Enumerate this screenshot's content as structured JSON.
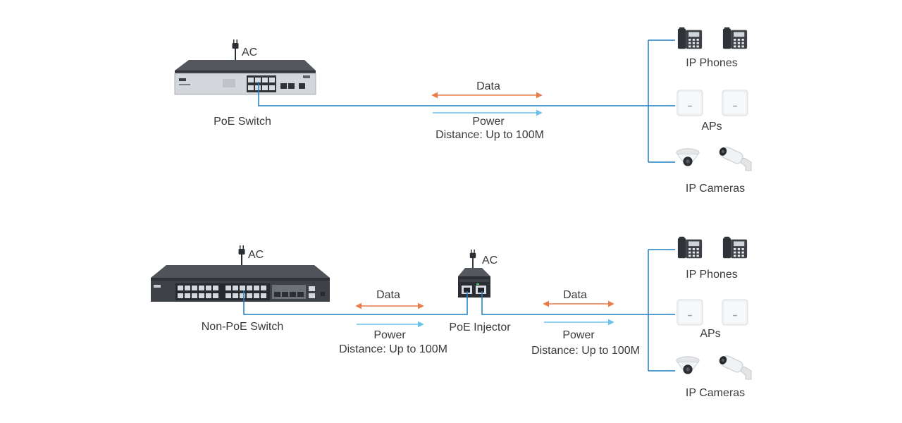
{
  "colors": {
    "data_arrow": "#e97c4b",
    "power_arrow": "#69c3ea",
    "cable": "#1e7dc3",
    "device_dark": "#3a3d42",
    "device_silver": "#cfd3d8",
    "text": "#3a3a3a"
  },
  "top": {
    "switch_label": "PoE Switch",
    "ac_label": "AC",
    "data_label": "Data",
    "power_label": "Power",
    "distance_label": "Distance: Up to 100M",
    "devices": {
      "phones_label": "IP Phones",
      "aps_label": "APs",
      "cameras_label": "IP Cameras"
    }
  },
  "bottom": {
    "switch_label": "Non-PoE Switch",
    "switch_ac_label": "AC",
    "injector_label": "PoE Injector",
    "injector_ac_label": "AC",
    "left_link": {
      "data_label": "Data",
      "power_label": "Power",
      "distance_label": "Distance: Up to 100M"
    },
    "right_link": {
      "data_label": "Data",
      "power_label": "Power",
      "distance_label": "Distance: Up to 100M"
    },
    "devices": {
      "phones_label": "IP Phones",
      "aps_label": "APs",
      "cameras_label": "IP Cameras"
    }
  },
  "icons": [
    "ac-plug-icon",
    "ip-phone-icon",
    "access-point-icon",
    "dome-camera-icon",
    "bullet-camera-icon"
  ]
}
